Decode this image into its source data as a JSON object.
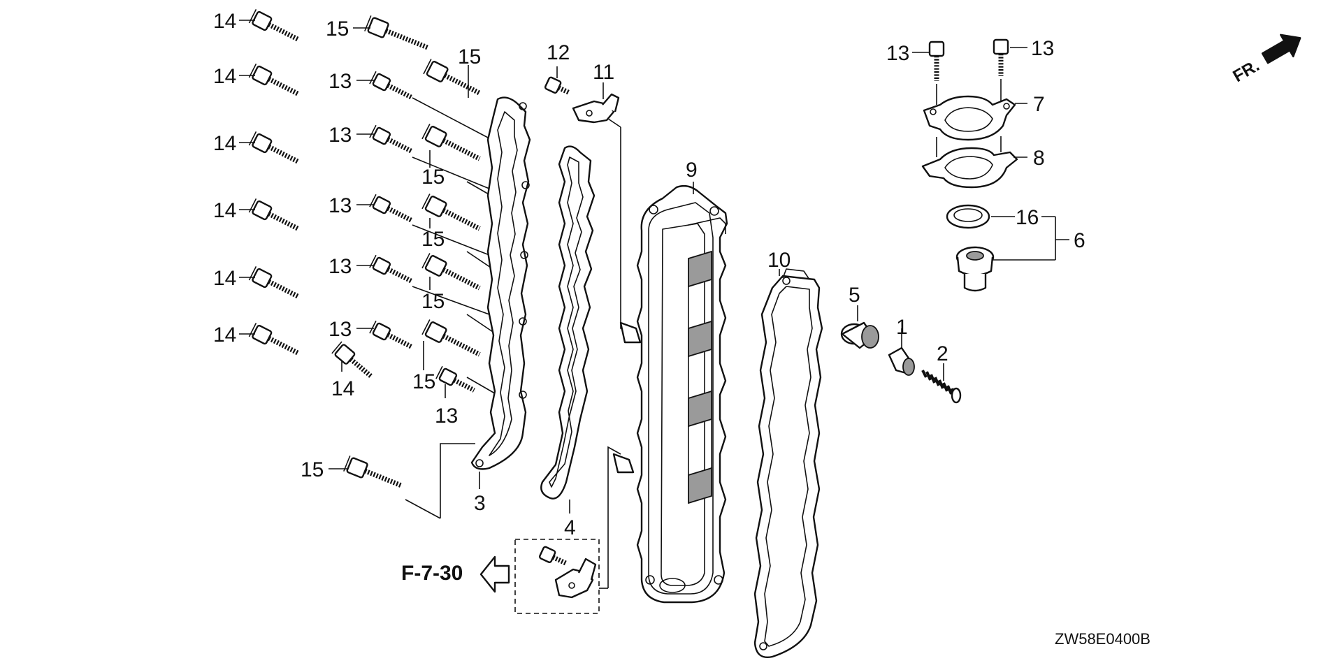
{
  "diagram": {
    "drawing_code": "ZW58E0400B",
    "front_marker": "FR.",
    "reference": "F-7-30",
    "callouts": {
      "c1": "1",
      "c2": "2",
      "c3": "3",
      "c4": "4",
      "c5": "5",
      "c6": "6",
      "c7": "7",
      "c8": "8",
      "c9": "9",
      "c10": "10",
      "c11": "11",
      "c12": "12",
      "c13": "13",
      "c14": "14",
      "c15": "15",
      "c16": "16"
    }
  }
}
